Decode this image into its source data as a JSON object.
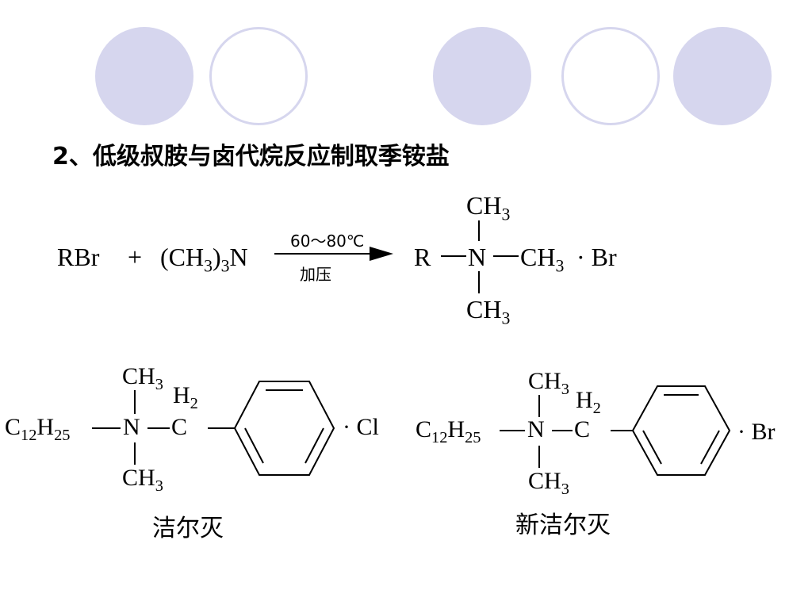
{
  "heading": "2、低级叔胺与卤代烷反应制取季铵盐",
  "reaction": {
    "reactant1": "RBr",
    "plus": "+",
    "reactant2": {
      "a": "(CH",
      "a_sub": "3",
      "b": ")",
      "b_sub": "3",
      "c": "N"
    },
    "condition_top": "60～80℃",
    "condition_bottom": "加压",
    "product": {
      "r": "R",
      "n": "N",
      "top": {
        "t": "CH",
        "sub": "3"
      },
      "bottom": {
        "t": "CH",
        "sub": "3"
      },
      "right": {
        "t": "CH",
        "sub": "3"
      },
      "salt": "· Br"
    }
  },
  "compound1": {
    "chain": {
      "c": "C",
      "c_sub": "12",
      "h": "H",
      "h_sub": "25"
    },
    "n": "N",
    "c": "C",
    "h2": {
      "t": "H",
      "sub": "2"
    },
    "top": {
      "t": "CH",
      "sub": "3"
    },
    "bottom": {
      "t": "CH",
      "sub": "3"
    },
    "salt": "· Cl",
    "name": "洁尔灭"
  },
  "compound2": {
    "chain": {
      "c": "C",
      "c_sub": "12",
      "h": "H",
      "h_sub": "25"
    },
    "n": "N",
    "c": "C",
    "h2": {
      "t": "H",
      "sub": "2"
    },
    "top": {
      "t": "CH",
      "sub": "3"
    },
    "bottom": {
      "t": "CH",
      "sub": "3"
    },
    "salt": "· Br",
    "name": "新洁尔灭"
  },
  "colors": {
    "circle_fill": "#d6d6ee",
    "circle_outline": "#d6d6ee",
    "text": "#000000"
  }
}
